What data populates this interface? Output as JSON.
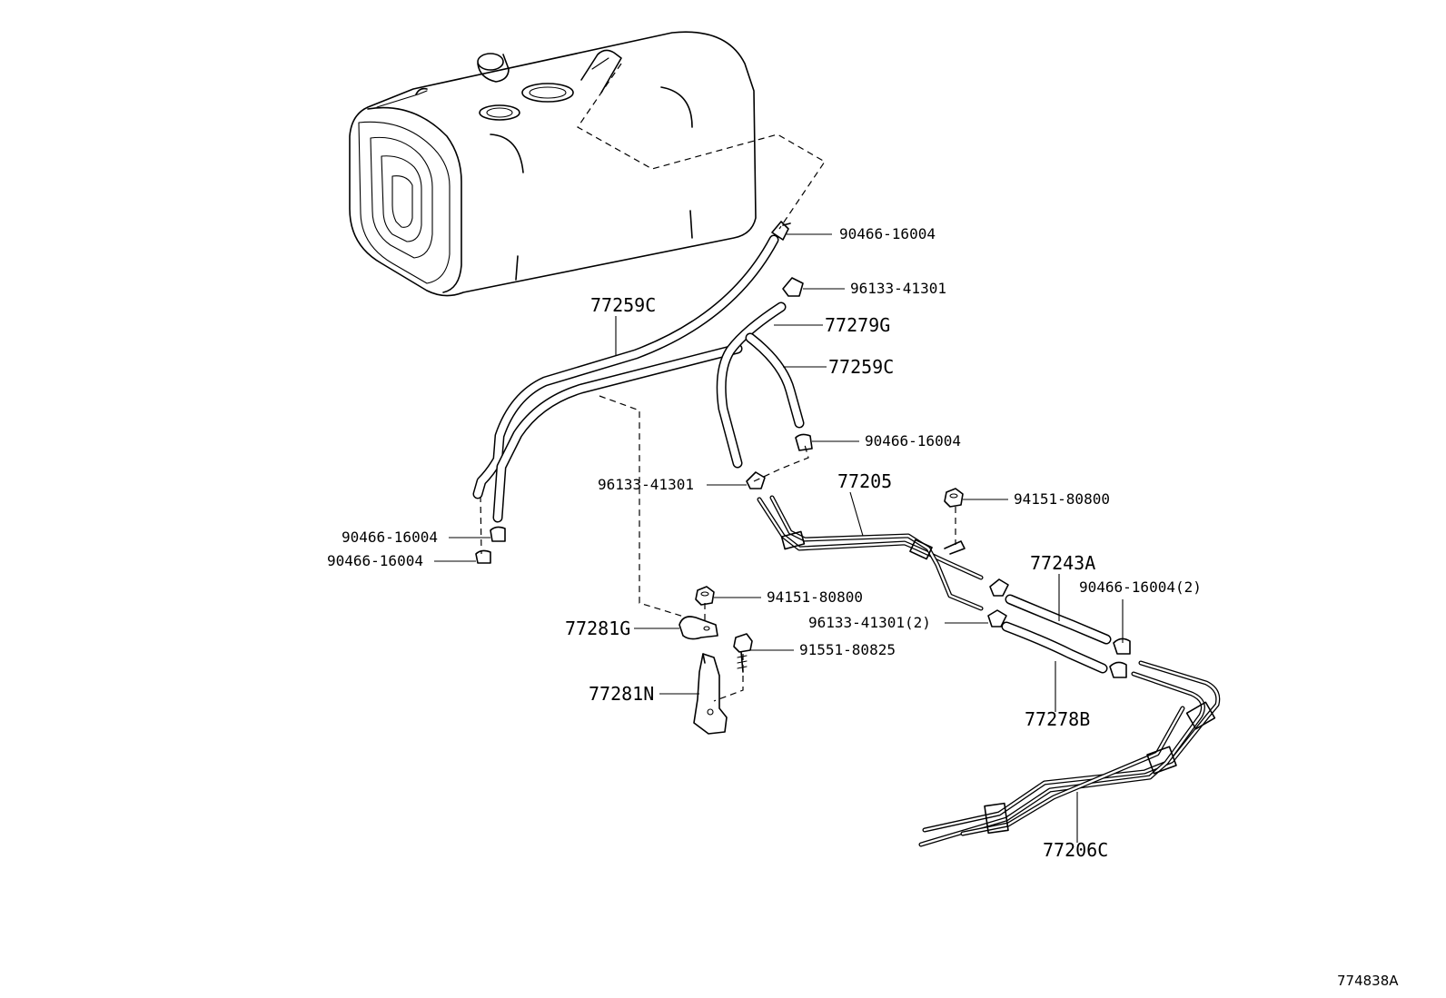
{
  "diagram": {
    "reference_code": "774838A",
    "callouts": {
      "clamp_top": "90466-16004",
      "clip_top": "96133-41301",
      "hose_77279g": "77279G",
      "hose_77259c_right": "77259C",
      "hose_77259c_left": "77259C",
      "clamp_mid_right": "90466-16004",
      "clip_mid_left": "96133-41301",
      "pipe_77205": "77205",
      "nut_right": "94151-80800",
      "clamp_left_1": "90466-16004",
      "clamp_left_2": "90466-16004",
      "hose_77243a": "77243A",
      "clamp_pair": "90466-16004(2)",
      "nut_left": "94151-80800",
      "clip_pair": "96133-41301(2)",
      "clamp_77281g": "77281G",
      "bolt": "91551-80825",
      "bracket_77281n": "77281N",
      "hose_77278b": "77278B",
      "pipe_77206c": "77206C"
    }
  }
}
